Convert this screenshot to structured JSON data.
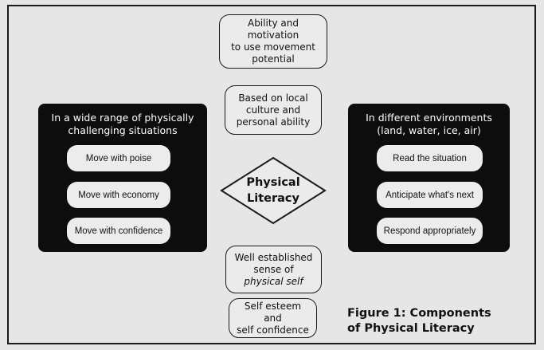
{
  "top_box_1": {
    "lines": [
      "Ability and motivation",
      "to use movement",
      "potential"
    ]
  },
  "top_box_2": {
    "lines": [
      "Based on local",
      "culture and",
      "personal ability"
    ]
  },
  "left_panel": {
    "title": [
      "In a wide range of physically",
      "challenging situations"
    ],
    "items": [
      "Move with poise",
      "Move with economy",
      "Move with confidence"
    ]
  },
  "right_panel": {
    "title": [
      "In different environments",
      "(land, water, ice, air)"
    ],
    "items": [
      "Read the situation",
      "Anticipate what's next",
      "Respond appropriately"
    ]
  },
  "center": {
    "lines": [
      "Physical",
      "Literacy"
    ]
  },
  "bottom_box_1": {
    "line1": "Well established",
    "line2": "sense of",
    "line3_italic": "physical self"
  },
  "bottom_box_2": {
    "lines": [
      "Self esteem and",
      "self confidence"
    ]
  },
  "caption": {
    "lines": [
      "Figure 1: Components",
      "of Physical Literacy"
    ]
  }
}
